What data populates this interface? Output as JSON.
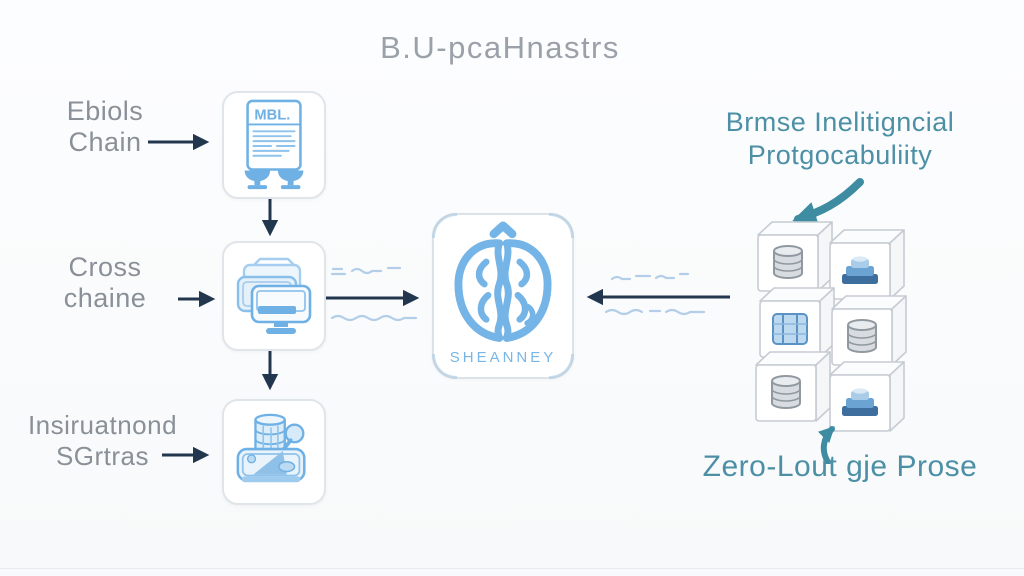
{
  "title": "B.U-pcaHnastrs",
  "left_column": {
    "labels": [
      {
        "line1": "Ebiols",
        "line2": "Chain"
      },
      {
        "line1": "Cross",
        "line2": "chaine"
      },
      {
        "line1": "Insiruatnond",
        "line2": "SGrtras"
      }
    ]
  },
  "center": {
    "document_label": "MBL.",
    "brain_label": "SHEANNEY",
    "icons": [
      "mbl-document-icon",
      "stacked-screens-icon",
      "database-tools-icon",
      "brain-icon"
    ]
  },
  "right_column": {
    "heading_line1": "Brmse Inelitigncial",
    "heading_line2": "Protgocabuliity",
    "caption": "Zero-Lout gje Prose",
    "cubes": [
      {
        "icon": "database-cylinder-icon"
      },
      {
        "icon": "layered-stack-icon"
      },
      {
        "icon": "striped-crate-icon"
      },
      {
        "icon": "database-cylinder-icon"
      },
      {
        "icon": "database-cylinder-icon"
      },
      {
        "icon": "layered-stack-icon"
      }
    ]
  },
  "colors": {
    "accent_blue": "#6fb1e4",
    "teal": "#4d90a6",
    "teal_arrow": "#3e8ca1",
    "arrow_dark": "#22374e",
    "label_gray": "#8a9098",
    "title_gray": "#9ba1a8"
  }
}
